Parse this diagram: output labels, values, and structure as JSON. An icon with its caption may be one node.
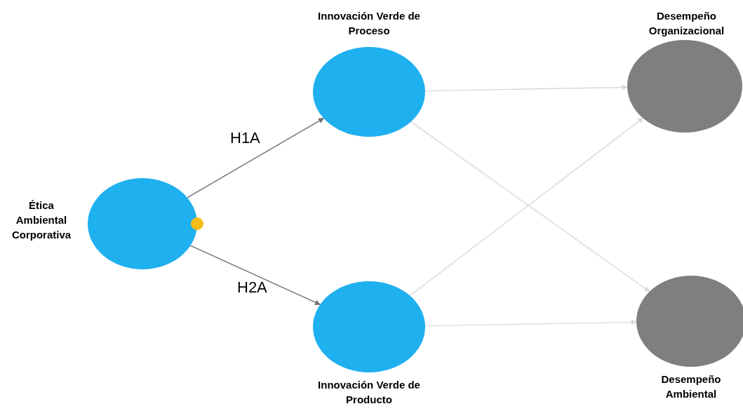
{
  "diagram": {
    "nodes": [
      {
        "text": [
          "Ética Ambiental Corporativa"
        ]
      },
      {
        "text": [
          "Innovación Verde de Proceso"
        ]
      },
      {
        "text": [
          "Innovación Verde de Producto"
        ]
      },
      {
        "text": [
          "Desempeño Organizacional"
        ]
      },
      {
        "text": [
          "Desempeño Ambiental"
        ]
      }
    ],
    "edges": [
      {
        "from": 0,
        "to": 1,
        "arrow": "to",
        "label": "H1A",
        "color": "#707070"
      },
      {
        "from": 0,
        "to": 2,
        "arrow": "to",
        "label": "H2A",
        "color": "#707070"
      },
      {
        "from": 1,
        "to": 3,
        "arrow": "to"
      },
      {
        "from": 1,
        "to": 4,
        "arrow": "to"
      },
      {
        "from": 2,
        "to": 3,
        "arrow": "to"
      },
      {
        "from": 2,
        "to": 4,
        "arrow": "to"
      }
    ]
  }
}
